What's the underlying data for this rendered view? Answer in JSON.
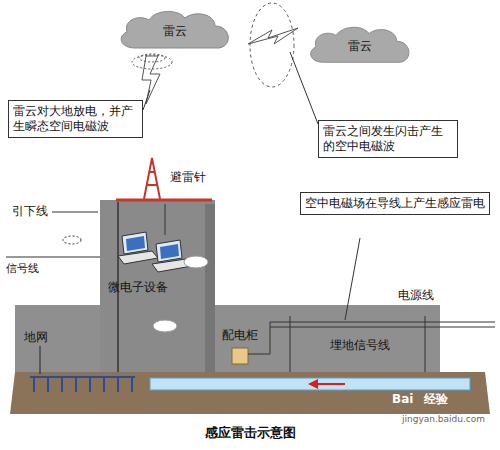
{
  "diagram": {
    "caption": "感应雷击示意图",
    "nodes": [
      {
        "text": [
          "雷云"
        ]
      },
      {
        "text": [
          "雷云"
        ]
      },
      {
        "text": [
          "雷云对大地放电，并产生瞬态空间电磁波"
        ]
      },
      {
        "text": [
          "雷云之间发生闪击产生的空中电磁波"
        ]
      },
      {
        "text": [
          "空中电磁场在导线上产生感应雷电"
        ]
      }
    ],
    "labels": [
      "避雷针",
      "引下线",
      "信号线",
      "微电子设备",
      "地网",
      "配电柜",
      "电源线",
      "埋地信号线",
      "Bai",
      "经验",
      "jingyan.baidu.com"
    ]
  }
}
